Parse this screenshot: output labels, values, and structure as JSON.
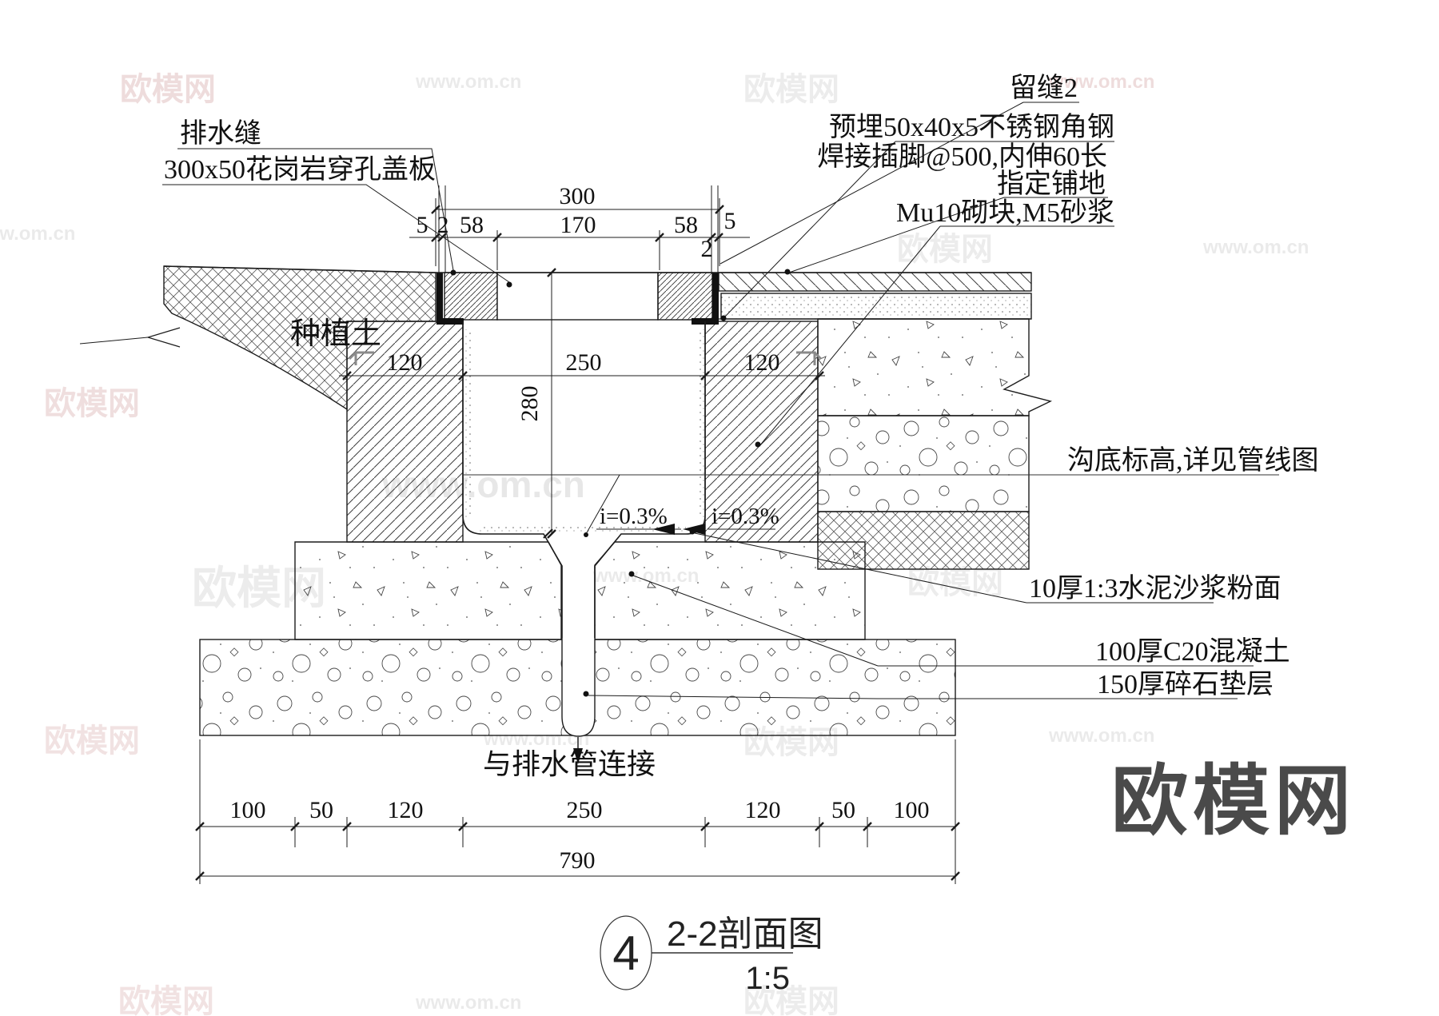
{
  "title": {
    "bubble_number": "4",
    "name": "2-2剖面图",
    "scale": "1:5"
  },
  "annotations": {
    "drain_seam": "排水缝",
    "cover_plate": "300x50花岗岩穿孔盖板",
    "planting_soil": "种植土",
    "reserved_seam": "留缝2",
    "embedded_angle": "预埋50x40x5不锈钢角钢",
    "welded_leg": "焊接插脚@500,内伸60长",
    "paving": "指定铺地",
    "block_mortar": "Mu10砌块,M5砂浆",
    "trench_bottom": "沟底标高,详见管线图",
    "mortar_finish": "10厚1:3水泥沙浆粉面",
    "concrete": "100厚C20混凝土",
    "gravel_cushion": "150厚碎石垫层",
    "pipe_connect": "与排水管连接",
    "slope_left": "i=0.3%",
    "slope_right": "i=0.3%"
  },
  "dimensions": {
    "top_overall": "300",
    "top_chain": [
      "5",
      "2",
      "58",
      "170",
      "58",
      "5"
    ],
    "top_gap_right": "2",
    "mid_chain": [
      "120",
      "250",
      "120"
    ],
    "depth": "280",
    "bottom_chain": [
      "100",
      "50",
      "120",
      "250",
      "120",
      "50",
      "100"
    ],
    "bottom_overall": "790"
  },
  "watermarks": {
    "brand": "欧模网",
    "site": "www.om.cn"
  }
}
